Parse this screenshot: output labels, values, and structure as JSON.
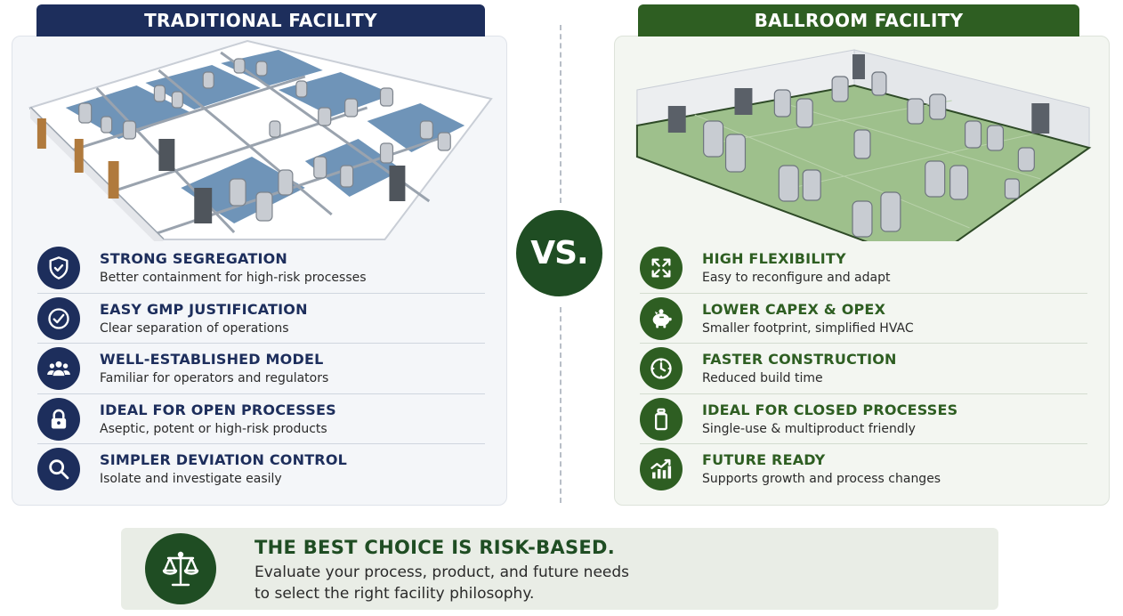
{
  "left": {
    "title": "TRADITIONAL FACILITY",
    "features": [
      {
        "icon": "shield-check-icon",
        "title": "STRONG SEGREGATION",
        "desc": "Better containment for high-risk processes"
      },
      {
        "icon": "check-circle-icon",
        "title": "EASY GMP JUSTIFICATION",
        "desc": "Clear separation of operations"
      },
      {
        "icon": "people-group-icon",
        "title": "WELL-ESTABLISHED MODEL",
        "desc": "Familiar for operators and regulators"
      },
      {
        "icon": "padlock-icon",
        "title": "IDEAL FOR OPEN PROCESSES",
        "desc": "Aseptic, potent or high-risk products"
      },
      {
        "icon": "magnifier-icon",
        "title": "SIMPLER DEVIATION CONTROL",
        "desc": "Isolate and investigate easily"
      }
    ]
  },
  "vs_label": "VS.",
  "right": {
    "title": "BALLROOM FACILITY",
    "features": [
      {
        "icon": "expand-arrows-icon",
        "title": "HIGH FLEXIBILITY",
        "desc": "Easy to reconfigure and adapt"
      },
      {
        "icon": "piggy-bank-icon",
        "title": "LOWER CAPEX & OPEX",
        "desc": "Smaller footprint, simplified HVAC"
      },
      {
        "icon": "clock-icon",
        "title": "FASTER CONSTRUCTION",
        "desc": "Reduced build time"
      },
      {
        "icon": "bottle-icon",
        "title": "IDEAL FOR CLOSED PROCESSES",
        "desc": "Single-use & multiproduct friendly"
      },
      {
        "icon": "growth-chart-icon",
        "title": "FUTURE READY",
        "desc": "Supports growth and process changes"
      }
    ]
  },
  "banner": {
    "icon": "balance-scale-icon",
    "title": "THE BEST CHOICE IS RISK-BASED.",
    "line1": "Evaluate your process, product, and future needs",
    "line2": "to select the right facility philosophy."
  },
  "colors": {
    "navy": "#1d2e5c",
    "green": "#2e5e22",
    "vs_green": "#1f4d23"
  }
}
